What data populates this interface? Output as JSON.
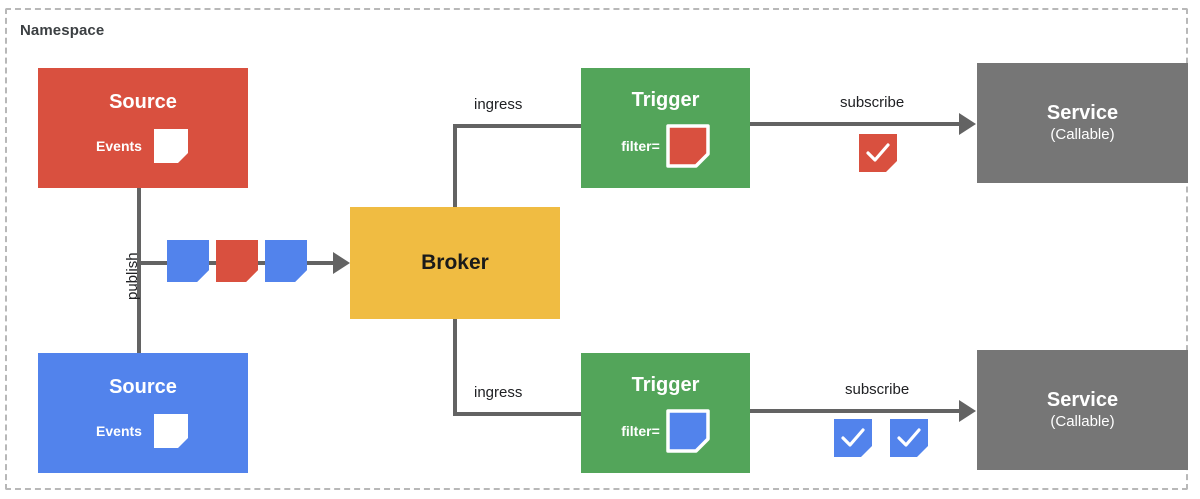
{
  "namespace": {
    "label": "Namespace"
  },
  "colors": {
    "source_red": "#d9503f",
    "source_blue": "#5283ec",
    "trigger_green": "#53a55a",
    "broker_yellow": "#f0bc42",
    "service_gray": "#767676",
    "line_gray": "#636363",
    "dashed_border": "#b8b8b8",
    "text_dark": "#202124",
    "white": "#ffffff"
  },
  "nodes": {
    "source_red": {
      "title": "Source",
      "events_label": "Events",
      "events_icon": "event-document-icon"
    },
    "source_blue": {
      "title": "Source",
      "events_label": "Events",
      "events_icon": "event-document-icon"
    },
    "broker": {
      "title": "Broker"
    },
    "trigger_top": {
      "title": "Trigger",
      "filter_label": "filter=",
      "filter_icon": "red-event-filter-icon"
    },
    "trigger_bottom": {
      "title": "Trigger",
      "filter_label": "filter=",
      "filter_icon": "blue-event-filter-icon"
    },
    "service_top": {
      "title": "Service",
      "subtitle": "(Callable)"
    },
    "service_bottom": {
      "title": "Service",
      "subtitle": "(Callable)"
    }
  },
  "edges": {
    "publish": "publish",
    "ingress_top": "ingress",
    "ingress_bottom": "ingress",
    "subscribe_top": "subscribe",
    "subscribe_bottom": "subscribe"
  },
  "event_stream": {
    "chips": [
      "blue",
      "red",
      "blue"
    ]
  },
  "delivery_badges": {
    "top": [
      "red-check-badge"
    ],
    "bottom": [
      "blue-check-badge",
      "blue-check-badge"
    ]
  },
  "icons": {
    "check": "✓"
  }
}
